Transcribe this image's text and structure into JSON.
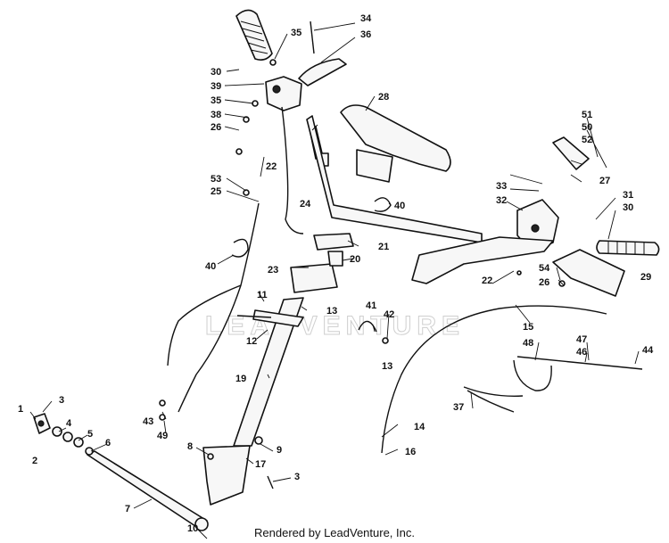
{
  "watermark": "LEADVENTURE",
  "footer": "Rendered by LeadVenture, Inc.",
  "callouts": [
    "1",
    "2",
    "3",
    "3",
    "4",
    "5",
    "6",
    "7",
    "8",
    "9",
    "10",
    "11",
    "12",
    "13",
    "13",
    "14",
    "15",
    "16",
    "17",
    "19",
    "20",
    "21",
    "22",
    "22",
    "23",
    "24",
    "25",
    "26",
    "26",
    "27",
    "28",
    "29",
    "30",
    "30",
    "31",
    "32",
    "33",
    "34",
    "35",
    "35",
    "36",
    "37",
    "38",
    "39",
    "40",
    "40",
    "41",
    "42",
    "43",
    "44",
    "46",
    "47",
    "48",
    "49",
    "50",
    "51",
    "52",
    "53",
    "54"
  ]
}
